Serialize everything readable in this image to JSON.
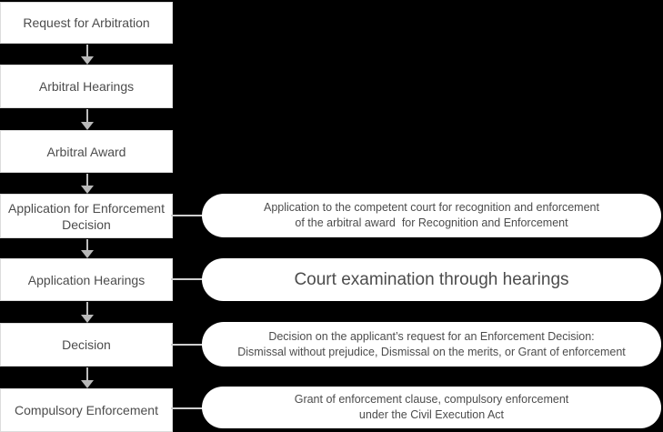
{
  "title": "Arbitration award enforcement process flowchart",
  "colors": {
    "background": "#000000",
    "box_fill": "#ffffff",
    "box_border": "#dcdcdc",
    "text": "#4c4c4c",
    "arrow": "#b9b9b9",
    "connector": "#cfcfcf"
  },
  "steps": [
    {
      "label": "Request for Arbitration"
    },
    {
      "label": "Arbitral Hearings"
    },
    {
      "label": "Arbitral Award"
    },
    {
      "label": "Application for Enforcement\nDecision"
    },
    {
      "label": "Application Hearings"
    },
    {
      "label": "Decision"
    },
    {
      "label": "Compulsory Enforcement"
    }
  ],
  "notes": [
    {
      "for_step": "Application for Enforcement Decision",
      "text": "Application to the competent court for recognition and enforcement\nof the arbitral award  for Recognition and Enforcement",
      "emphasis": false
    },
    {
      "for_step": "Application Hearings",
      "text": "Court examination through hearings",
      "emphasis": true
    },
    {
      "for_step": "Decision",
      "text": "Decision on the applicant’s request for an Enforcement Decision:\nDismissal without prejudice, Dismissal on the merits, or Grant of enforcement",
      "emphasis": false
    },
    {
      "for_step": "Compulsory Enforcement",
      "text": "Grant of enforcement clause, compulsory enforcement\nunder the Civil Execution Act",
      "emphasis": false
    }
  ]
}
